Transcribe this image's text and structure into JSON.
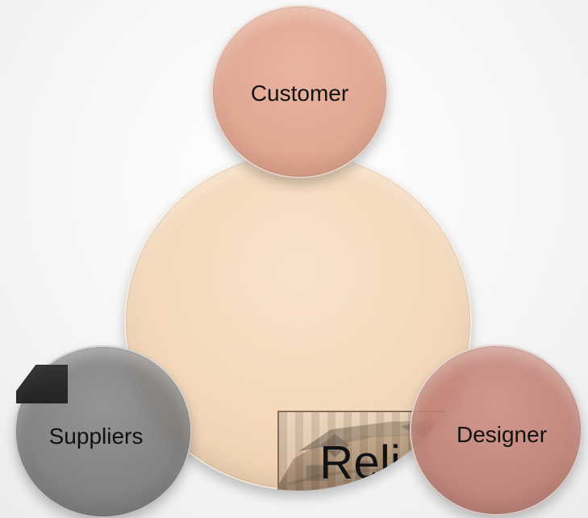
{
  "diagram": {
    "center": {
      "label": "Reliability"
    },
    "nodes": {
      "customer": {
        "label": "Customer",
        "color": "#dfa38c"
      },
      "suppliers": {
        "label": "Suppliers",
        "color": "#757575"
      },
      "designer": {
        "label": "Designer",
        "color": "#bb7a6d"
      }
    },
    "colors": {
      "center": "#f3d6b7",
      "background": "#f4f4f4",
      "panel_border": "#8b6b57",
      "dark_tab": "#262626"
    }
  }
}
